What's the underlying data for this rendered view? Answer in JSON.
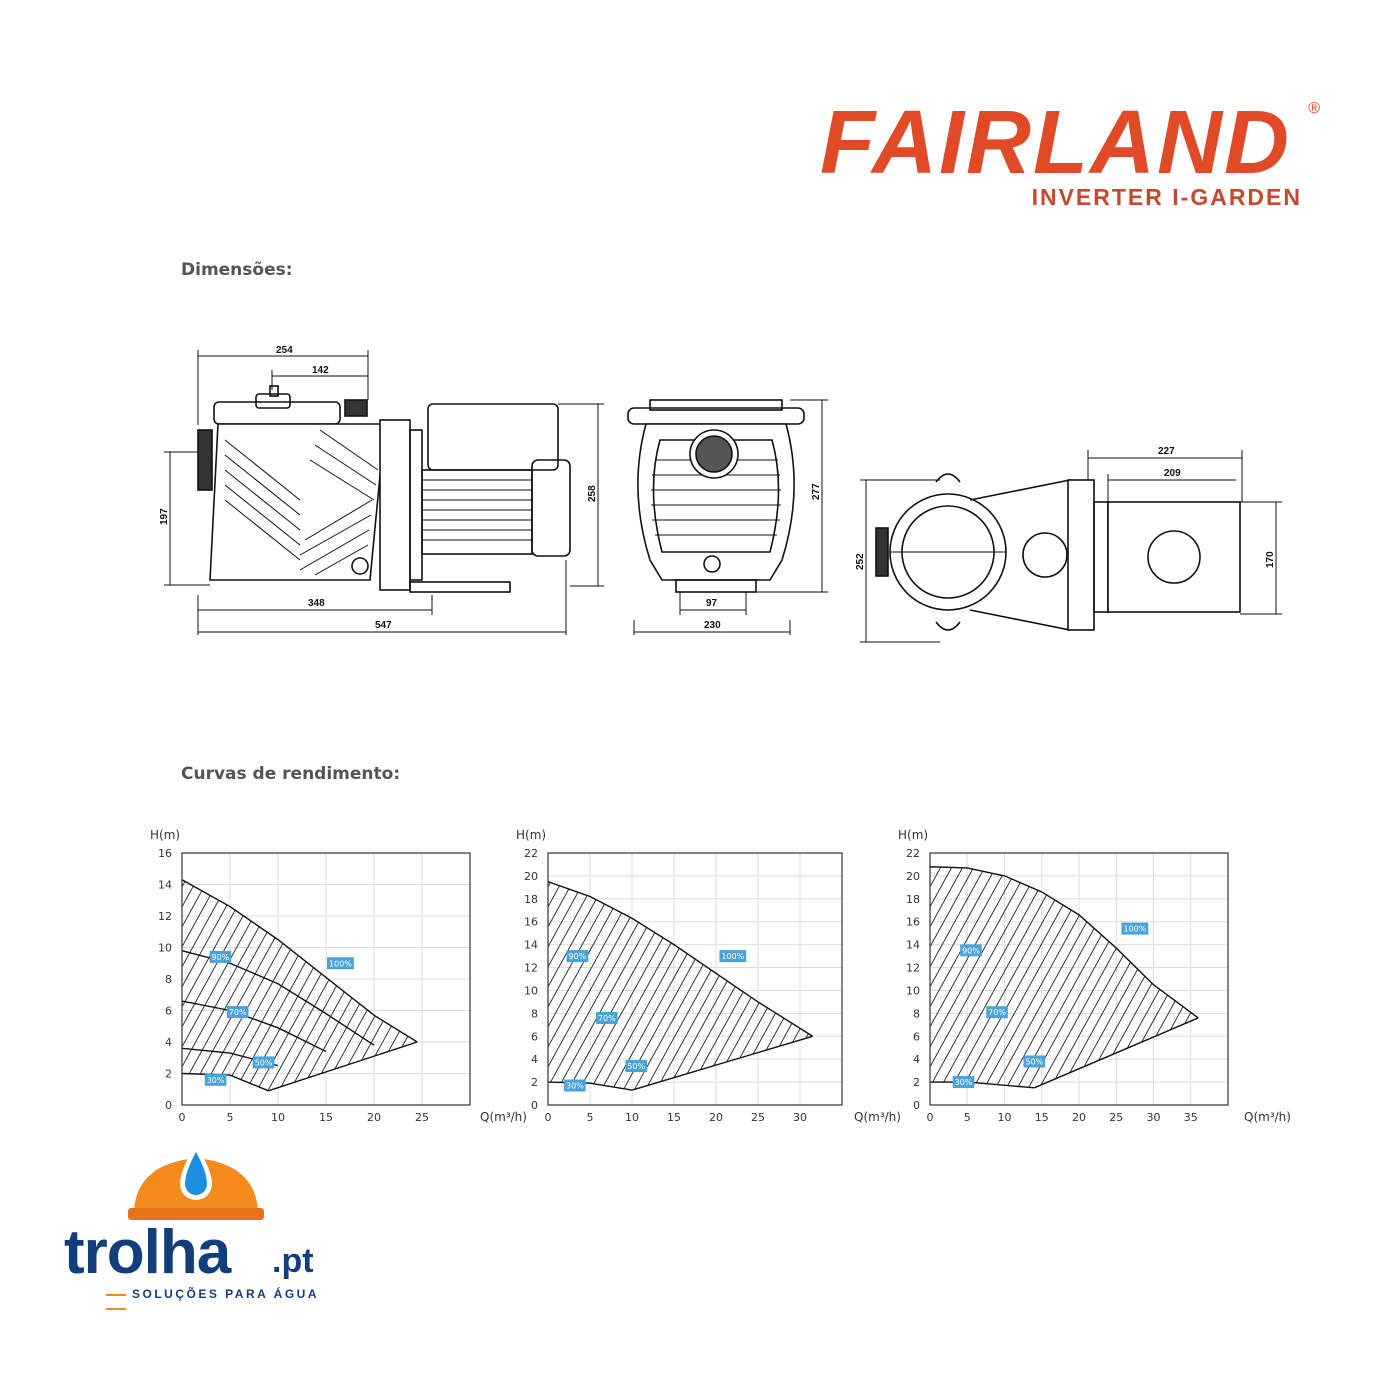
{
  "brand": {
    "name": "FAIRLAND",
    "registered_mark": "®",
    "product_line": "INVERTER I-GARDEN",
    "color": "#e04a26"
  },
  "sections": {
    "dimensions_title": "Dimensões:",
    "curves_title": "Curvas de rendimento:"
  },
  "dimensions": {
    "side_view": [
      "254",
      "142",
      "197",
      "348",
      "547",
      "258"
    ],
    "front_view": [
      "277",
      "97",
      "230"
    ],
    "top_view": [
      "227",
      "209",
      "252",
      "170"
    ]
  },
  "chart_data": [
    {
      "type": "area",
      "xlabel": "Q(m³/h)",
      "ylabel": "H(m)",
      "xlim": [
        0,
        30
      ],
      "ylim": [
        0,
        16
      ],
      "xticks": [
        0,
        5,
        10,
        15,
        20,
        25
      ],
      "yticks": [
        0,
        2,
        4,
        6,
        8,
        10,
        12,
        14,
        16
      ],
      "grid": true,
      "series": [
        {
          "name": "100%",
          "x": [
            0,
            5,
            10,
            15,
            20,
            24.5
          ],
          "y": [
            14.3,
            12.6,
            10.5,
            8.1,
            5.7,
            4.0
          ]
        },
        {
          "name": "90%",
          "x": [
            0,
            5,
            10,
            15,
            20
          ],
          "y": [
            9.8,
            9.0,
            7.7,
            5.8,
            3.8
          ]
        },
        {
          "name": "70%",
          "x": [
            0,
            5,
            10,
            15
          ],
          "y": [
            6.6,
            6.0,
            4.9,
            3.4
          ]
        },
        {
          "name": "50%",
          "x": [
            0,
            5,
            10
          ],
          "y": [
            3.6,
            3.3,
            2.5
          ]
        },
        {
          "name": "30%",
          "x": [
            0,
            5,
            9
          ],
          "y": [
            2.0,
            1.9,
            0.9
          ]
        }
      ],
      "badges": [
        {
          "label": "90%",
          "x": 4,
          "y": 9.4
        },
        {
          "label": "100%",
          "x": 16.5,
          "y": 9.0
        },
        {
          "label": "70%",
          "x": 5.8,
          "y": 5.9
        },
        {
          "label": "50%",
          "x": 8.5,
          "y": 2.7
        },
        {
          "label": "30%",
          "x": 3.5,
          "y": 1.6
        }
      ],
      "badge_color": "#4aa3d8"
    },
    {
      "type": "area",
      "xlabel": "Q(m³/h)",
      "ylabel": "H(m)",
      "xlim": [
        0,
        35
      ],
      "ylim": [
        0,
        22
      ],
      "xticks": [
        0,
        5,
        10,
        15,
        20,
        25,
        30
      ],
      "yticks": [
        0,
        2,
        4,
        6,
        8,
        10,
        12,
        14,
        16,
        18,
        20,
        22
      ],
      "grid": true,
      "series": [
        {
          "name": "100%",
          "x": [
            0,
            5,
            10,
            15,
            20,
            25,
            31.5
          ],
          "y": [
            19.5,
            18.2,
            16.3,
            14.0,
            11.5,
            9.0,
            6.0
          ]
        },
        {
          "name": "30%",
          "x": [
            0,
            5,
            10
          ],
          "y": [
            2.0,
            1.9,
            1.3
          ]
        }
      ],
      "badges": [
        {
          "label": "90%",
          "x": 3.5,
          "y": 13.0
        },
        {
          "label": "100%",
          "x": 22,
          "y": 13.0
        },
        {
          "label": "70%",
          "x": 7,
          "y": 7.6
        },
        {
          "label": "50%",
          "x": 10.5,
          "y": 3.4
        },
        {
          "label": "30%",
          "x": 3.2,
          "y": 1.7
        }
      ],
      "badge_color": "#4aa3d8"
    },
    {
      "type": "area",
      "xlabel": "Q(m³/h)",
      "ylabel": "H(m)",
      "xlim": [
        0,
        40
      ],
      "ylim": [
        0,
        22
      ],
      "xticks": [
        0,
        5,
        10,
        15,
        20,
        25,
        30,
        35
      ],
      "yticks": [
        0,
        2,
        4,
        6,
        8,
        10,
        12,
        14,
        16,
        18,
        20,
        22
      ],
      "grid": true,
      "series": [
        {
          "name": "100%",
          "x": [
            0,
            5,
            10,
            15,
            20,
            25,
            30,
            36
          ],
          "y": [
            20.8,
            20.7,
            20.0,
            18.6,
            16.6,
            13.7,
            10.5,
            7.6
          ]
        },
        {
          "name": "30%",
          "x": [
            0,
            5,
            14
          ],
          "y": [
            2.0,
            2.0,
            1.5
          ]
        }
      ],
      "badges": [
        {
          "label": "90%",
          "x": 5.5,
          "y": 13.5
        },
        {
          "label": "100%",
          "x": 27.5,
          "y": 15.4
        },
        {
          "label": "70%",
          "x": 9,
          "y": 8.1
        },
        {
          "label": "50%",
          "x": 14,
          "y": 3.8
        },
        {
          "label": "30%",
          "x": 4.5,
          "y": 2.0
        }
      ],
      "badge_color": "#4aa3d8"
    }
  ],
  "dealer": {
    "name": "trolha",
    "tld": ".pt",
    "tagline": "SOLUÇÕES PARA ÁGUA",
    "primary_color": "#123e7c",
    "accent_color": "#f28a1e",
    "drop_color": "#1e8fe0"
  }
}
